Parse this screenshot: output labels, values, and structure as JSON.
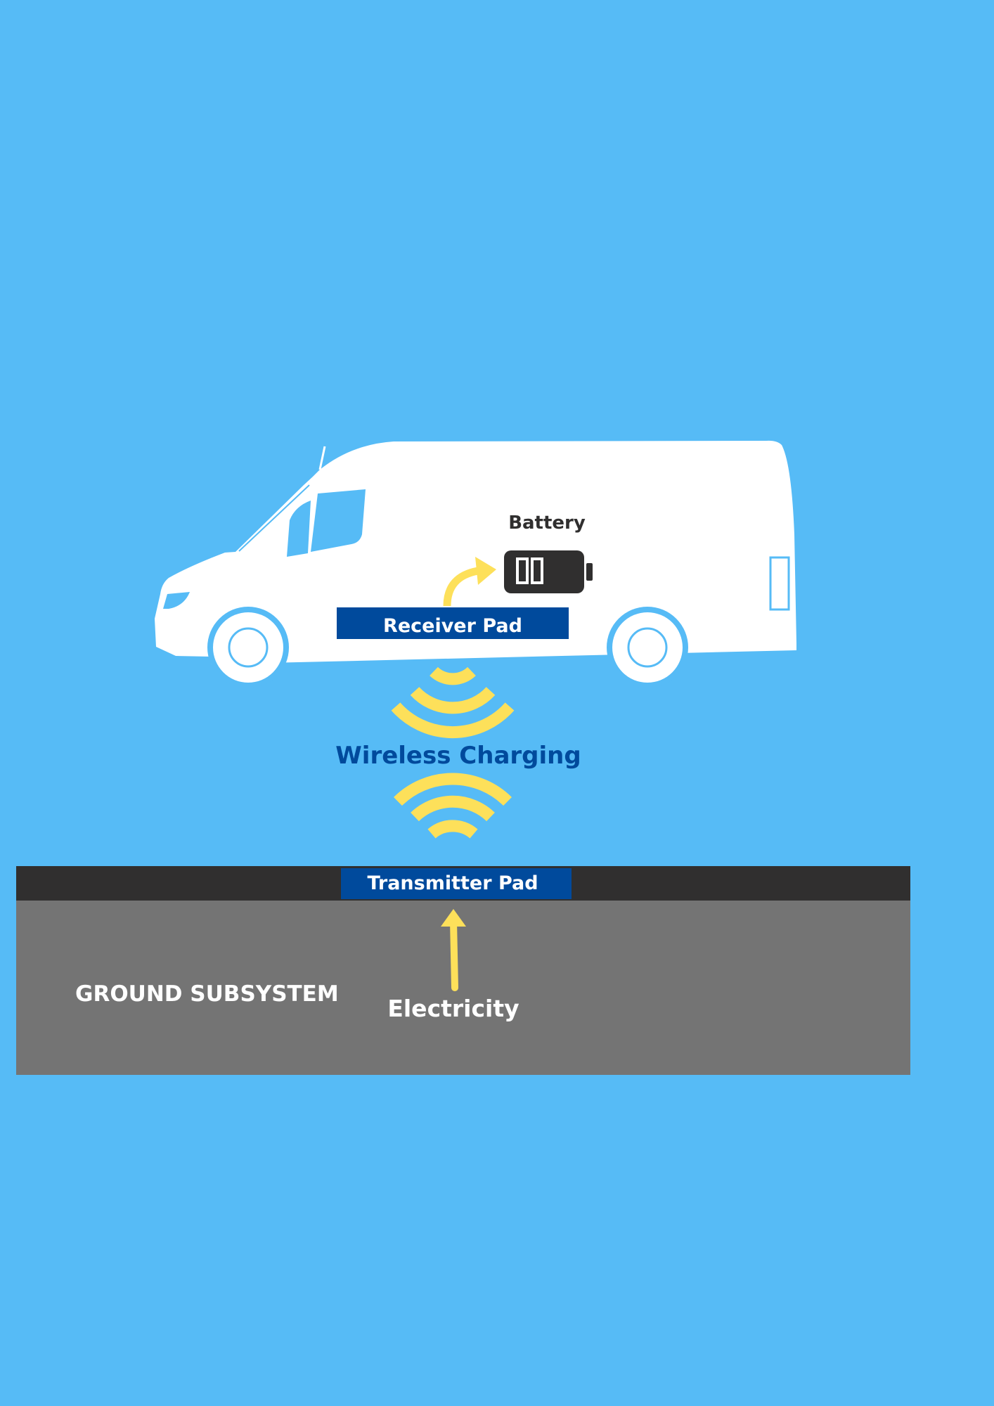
{
  "colors": {
    "background": "#56bbf6",
    "van": "#ffffff",
    "pad": "#004a9c",
    "ground_surface": "#302f2f",
    "ground": "#747474",
    "energy": "#fde05a",
    "battery": "#302f2f"
  },
  "labels": {
    "battery": "Battery",
    "receiver_pad": "Receiver Pad",
    "wireless_charging": "Wireless Charging",
    "transmitter_pad": "Transmitter Pad",
    "ground_subsystem": "GROUND SUBSYSTEM",
    "electricity": "Electricity"
  },
  "icons": {
    "vehicle": "van-icon",
    "battery": "battery-icon",
    "waves": "wireless-waves-icon",
    "arrow": "arrow-up-icon"
  }
}
